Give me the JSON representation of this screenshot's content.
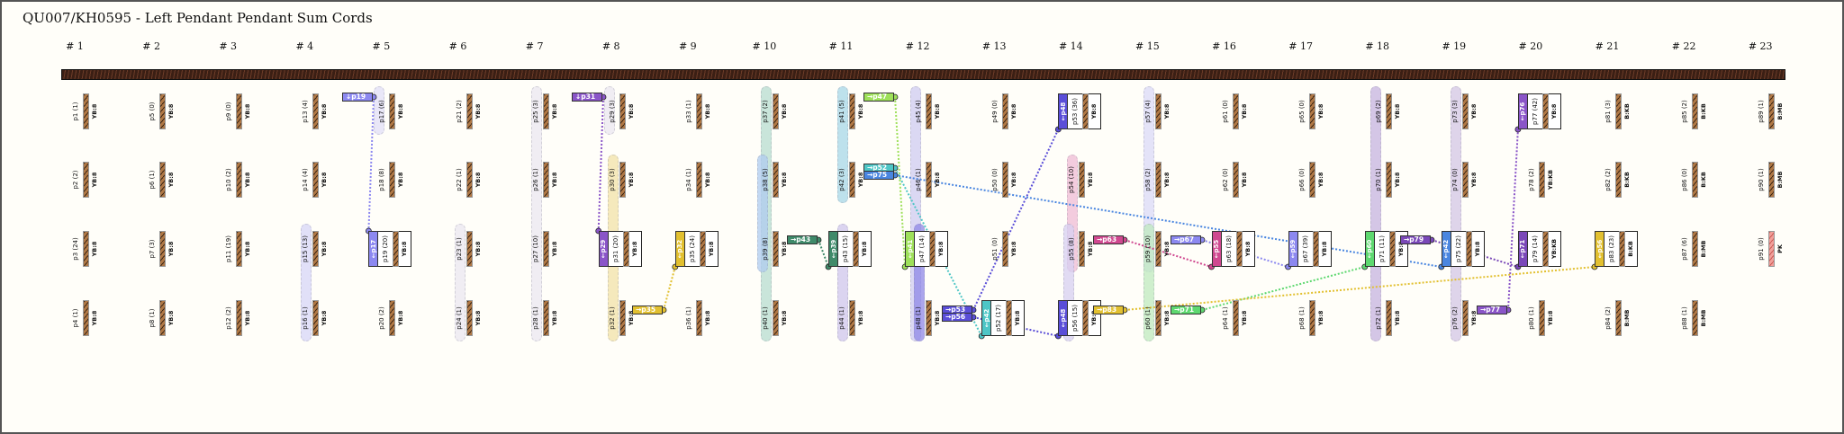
{
  "title": "QU007/KH0595 - Left Pendant Pendant Sum Cords",
  "groups": [
    "# 1",
    "# 2",
    "# 3",
    "# 4",
    "# 5",
    "# 6",
    "# 7",
    "# 8",
    "# 9",
    "# 10",
    "# 11",
    "# 12",
    "# 13",
    "# 14",
    "# 15",
    "# 16",
    "# 17",
    "# 18",
    "# 19",
    "# 20",
    "# 21",
    "# 22",
    "# 23"
  ],
  "colors": {
    "background": "#fffef9",
    "top_cord": "#3b1f14",
    "rope": "#b07845",
    "pink_rope": "#f2a09a"
  },
  "pendants": [
    {
      "id": "p1",
      "label": "p1 (1)",
      "color": "YB:8"
    },
    {
      "id": "p2",
      "label": "p2 (2)",
      "color": "YB:8"
    },
    {
      "id": "p3",
      "label": "p3 (24)",
      "color": "YB:8"
    },
    {
      "id": "p4",
      "label": "p4 (1)",
      "color": "YB:8"
    },
    {
      "id": "p5",
      "label": "p5 (0)",
      "color": "YB:8"
    },
    {
      "id": "p6",
      "label": "p6 (1)",
      "color": "YB:8"
    },
    {
      "id": "p7",
      "label": "p7 (3)",
      "color": "YB:8"
    },
    {
      "id": "p8",
      "label": "p8 (1)",
      "color": "YB:8"
    },
    {
      "id": "p9",
      "label": "p9 (0)",
      "color": "YB:8"
    },
    {
      "id": "p10",
      "label": "p10 (2)",
      "color": "YB:8"
    },
    {
      "id": "p11",
      "label": "p11 (19)",
      "color": "YB:8"
    },
    {
      "id": "p12",
      "label": "p12 (2)",
      "color": "YB:8"
    },
    {
      "id": "p13",
      "label": "p13 (4)",
      "color": "YB:8"
    },
    {
      "id": "p14",
      "label": "p14 (4)",
      "color": "YB:8"
    },
    {
      "id": "p15",
      "label": "p15 (13)",
      "color": "YB:8"
    },
    {
      "id": "p16",
      "label": "p16 (1)",
      "color": "YB:8"
    },
    {
      "id": "p17",
      "label": "p17 (6)",
      "color": "YB:8"
    },
    {
      "id": "p18",
      "label": "p18 (8)",
      "color": "YB:8"
    },
    {
      "id": "p19",
      "label": "p19 (20)",
      "color": "YB:8"
    },
    {
      "id": "p20",
      "label": "p20 (2)",
      "color": "YB:8"
    },
    {
      "id": "p21",
      "label": "p21 (2)",
      "color": "YB:8"
    },
    {
      "id": "p22",
      "label": "p22 (1)",
      "color": "YB:8"
    },
    {
      "id": "p23",
      "label": "p23 (1)",
      "color": "YB:8"
    },
    {
      "id": "p24",
      "label": "p24 (1)",
      "color": "YB:8"
    },
    {
      "id": "p25",
      "label": "p25 (3)",
      "color": "YB:8"
    },
    {
      "id": "p26",
      "label": "p26 (1)",
      "color": "YB:8"
    },
    {
      "id": "p27",
      "label": "p27 (10)",
      "color": "YB:8"
    },
    {
      "id": "p28",
      "label": "p28 (1)",
      "color": "YB:8"
    },
    {
      "id": "p29",
      "label": "p29 (3)",
      "color": "YB:8"
    },
    {
      "id": "p30",
      "label": "p30 (3)",
      "color": "YB:8"
    },
    {
      "id": "p31",
      "label": "p31 (20)",
      "color": "YB:8"
    },
    {
      "id": "p32",
      "label": "p32 (1)",
      "color": "YB:8"
    },
    {
      "id": "p33",
      "label": "p33 (1)",
      "color": "YB:8"
    },
    {
      "id": "p34",
      "label": "p34 (1)",
      "color": "YB:8"
    },
    {
      "id": "p35",
      "label": "p35 (24)",
      "color": "YB:8"
    },
    {
      "id": "p36",
      "label": "p36 (1)",
      "color": "YB:8"
    },
    {
      "id": "p37",
      "label": "p37 (2)",
      "color": "YB:8"
    },
    {
      "id": "p38",
      "label": "p38 (5)",
      "color": "YB:8"
    },
    {
      "id": "p39",
      "label": "p39 (8)",
      "color": "YB:8"
    },
    {
      "id": "p40",
      "label": "p40 (1)",
      "color": "YB:8"
    },
    {
      "id": "p41",
      "label": "p41 (5)",
      "color": "YB:8"
    },
    {
      "id": "p42",
      "label": "p42 (3)",
      "color": "YB:8"
    },
    {
      "id": "p43",
      "label": "p43 (15)",
      "color": "YB:8"
    },
    {
      "id": "p44",
      "label": "p44 (1)",
      "color": "YB:8"
    },
    {
      "id": "p45",
      "label": "p45 (4)",
      "color": "YB:8"
    },
    {
      "id": "p46",
      "label": "p46 (1)",
      "color": "YB:8"
    },
    {
      "id": "p47",
      "label": "p47 (14)",
      "color": "YB:8"
    },
    {
      "id": "p48",
      "label": "p48 (1)",
      "color": "YB:8"
    },
    {
      "id": "p49",
      "label": "p49 (0)",
      "color": "YB:8"
    },
    {
      "id": "p50",
      "label": "p50 (0)",
      "color": "YB:8"
    },
    {
      "id": "p51",
      "label": "p51 (0)",
      "color": "YB:8"
    },
    {
      "id": "p52",
      "label": "p52 (17)",
      "color": "YB:8"
    },
    {
      "id": "p53",
      "label": "p53 (36)",
      "color": "YB:8"
    },
    {
      "id": "p54",
      "label": "p54 (10)",
      "color": "YB:8"
    },
    {
      "id": "p55",
      "label": "p55 (8)",
      "color": "YB:8"
    },
    {
      "id": "p56",
      "label": "p56 (15)",
      "color": "YB:8"
    },
    {
      "id": "p57",
      "label": "p57 (4)",
      "color": "YB:8"
    },
    {
      "id": "p58",
      "label": "p58 (2)",
      "color": "YB:8"
    },
    {
      "id": "p59",
      "label": "p59 (10)",
      "color": "YB:8"
    },
    {
      "id": "p60",
      "label": "p60 (1)",
      "color": "YB:8"
    },
    {
      "id": "p61",
      "label": "p61 (0)",
      "color": "YB:8"
    },
    {
      "id": "p62",
      "label": "p62 (0)",
      "color": "YB:8"
    },
    {
      "id": "p63",
      "label": "p63 (18)",
      "color": "YB:8"
    },
    {
      "id": "p64",
      "label": "p64 (1)",
      "color": "YB:8"
    },
    {
      "id": "p65",
      "label": "p65 (0)",
      "color": "YB:8"
    },
    {
      "id": "p66",
      "label": "p66 (0)",
      "color": "YB:8"
    },
    {
      "id": "p67",
      "label": "p67 (39)",
      "color": "YB:8"
    },
    {
      "id": "p68",
      "label": "p68 (1)",
      "color": "YB:8"
    },
    {
      "id": "p69",
      "label": "p69 (2)",
      "color": "YB:8"
    },
    {
      "id": "p70",
      "label": "p70 (1)",
      "color": "YB:8"
    },
    {
      "id": "p71",
      "label": "p71 (11)",
      "color": "YB:8"
    },
    {
      "id": "p72",
      "label": "p72 (1)",
      "color": "YB:8"
    },
    {
      "id": "p73",
      "label": "p73 (3)",
      "color": "YB:8"
    },
    {
      "id": "p74",
      "label": "p74 (0)",
      "color": "YB:8"
    },
    {
      "id": "p75",
      "label": "p75 (22)",
      "color": "YB:8"
    },
    {
      "id": "p76",
      "label": "p76 (2)",
      "color": "YB:8"
    },
    {
      "id": "p77",
      "label": "p77 (42)",
      "color": "YB:8"
    },
    {
      "id": "p78",
      "label": "p78 (2)",
      "color": "YB:KB"
    },
    {
      "id": "p79",
      "label": "p79 (14)",
      "color": "YB:KB"
    },
    {
      "id": "p80",
      "label": "p80 (1)",
      "color": "YB:8"
    },
    {
      "id": "p81",
      "label": "p81 (3)",
      "color": "B:KB"
    },
    {
      "id": "p82",
      "label": "p82 (2)",
      "color": "B:KB"
    },
    {
      "id": "p83",
      "label": "p83 (23)",
      "color": "B:KB"
    },
    {
      "id": "p84",
      "label": "p84 (2)",
      "color": "B:MB"
    },
    {
      "id": "p85",
      "label": "p85 (2)",
      "color": "B:KB"
    },
    {
      "id": "p86",
      "label": "p86 (0)",
      "color": "B:KB"
    },
    {
      "id": "p87",
      "label": "p87 (6)",
      "color": "B:MB"
    },
    {
      "id": "p88",
      "label": "p88 (1)",
      "color": "B:MB"
    },
    {
      "id": "p89",
      "label": "p89 (1)",
      "color": "B:MB"
    },
    {
      "id": "p90",
      "label": "p90 (1)",
      "color": "B:MB"
    },
    {
      "id": "p91",
      "label": "p91 (0)",
      "color": "PK"
    }
  ],
  "sum_cords": [
    {
      "target": "p19",
      "tag": "←p17",
      "color": "#8c88f0",
      "source_label": "↓p19",
      "source": "p17"
    },
    {
      "target": "p31",
      "tag": "←p29",
      "color": "#8a55c8",
      "source_label": "↓p31",
      "source": "p29"
    },
    {
      "target": "p35",
      "tag": "←p32",
      "color": "#e2c030",
      "source_label": "→p35",
      "source": "p32"
    },
    {
      "target": "p43",
      "tag": "←p39",
      "color": "#3f8a6a",
      "source_label": "→p43",
      "source": "p39"
    },
    {
      "target": "p47",
      "tag": "←p41",
      "color": "#9ee05a",
      "source_label": "→p47",
      "source": "p41"
    },
    {
      "target": "p52",
      "tag": "←p42",
      "color": "#4ec6c6",
      "source_label": "→p52",
      "source": "p42"
    },
    {
      "target": "p53",
      "tag": "←p48",
      "color": "#5a4ed8",
      "source_label": "→p53",
      "source": "p48"
    },
    {
      "target": "p56",
      "tag": "←p48",
      "color": "#5a4ed8",
      "source_label": "→p56",
      "source": "p48"
    },
    {
      "target": "p63",
      "tag": "←p55",
      "color": "#d04890",
      "source_label": "→p63",
      "source": "p55"
    },
    {
      "target": "p67",
      "tag": "←p59",
      "color": "#8c88f0",
      "source_label": "→p67",
      "source": "p59"
    },
    {
      "target": "p71",
      "tag": "←p60",
      "color": "#5ed870",
      "source_label": "→p71",
      "source": "p60"
    },
    {
      "target": "p75",
      "tag": "←p42",
      "color": "#4a86e0",
      "source_label": "→p75",
      "source": "p42"
    },
    {
      "target": "p77",
      "tag": "←p76",
      "color": "#8a55c8",
      "source_label": "→p77",
      "source": "p76"
    },
    {
      "target": "p79",
      "tag": "←p71",
      "color": "#7a48b8",
      "source_label": "→p79",
      "source": "p71"
    },
    {
      "target": "p83",
      "tag": "←p56",
      "color": "#e2c030",
      "source_label": "→p83",
      "source": "p56"
    }
  ]
}
